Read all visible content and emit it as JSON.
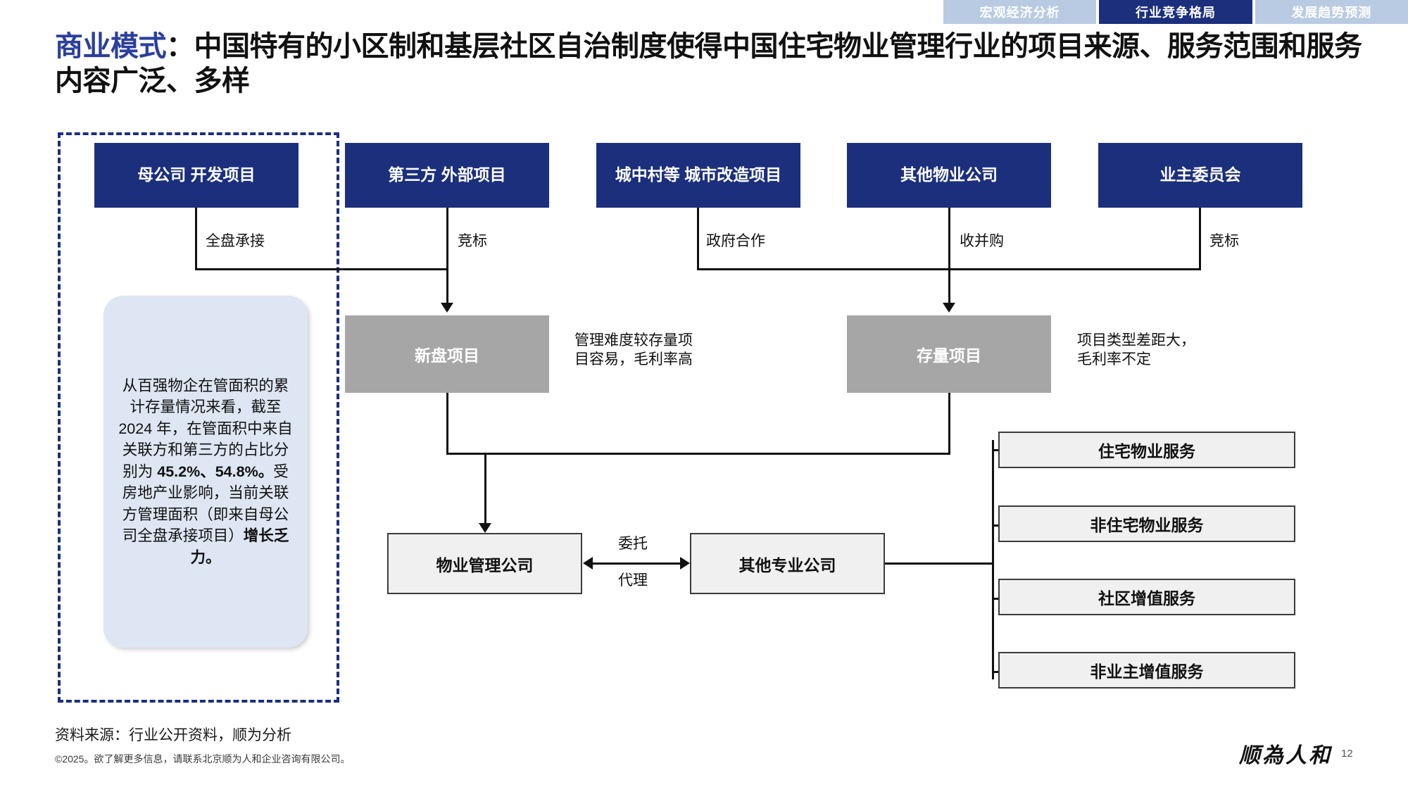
{
  "nav": {
    "tabs": [
      {
        "label": "宏观经济分析",
        "active": false
      },
      {
        "label": "行业竞争格局",
        "active": true
      },
      {
        "label": "发展趋势预测",
        "active": false
      }
    ]
  },
  "title": {
    "highlight": "商业模式",
    "rest": "：中国特有的小区制和基层社区自治制度使得中国住宅物业管理行业的项目来源、服务范围和服务内容广泛、多样"
  },
  "sources": [
    {
      "id": "parent-company",
      "label": "母公司\n开发项目"
    },
    {
      "id": "third-party",
      "label": "第三方\n外部项目"
    },
    {
      "id": "urban-village",
      "label": "城中村等\n城市改造项目"
    },
    {
      "id": "other-property-co",
      "label": "其他物业公司"
    },
    {
      "id": "owners-committee",
      "label": "业主委员会"
    }
  ],
  "edge_labels": {
    "full_takeover": "全盘承接",
    "bidding_1": "竞标",
    "government_coop": "政府合作",
    "acquisition": "收并购",
    "bidding_2": "竞标",
    "entrust": "委托",
    "agency": "代理"
  },
  "projects": [
    {
      "id": "new-project",
      "label": "新盘项目",
      "note": "管理难度较存量项\n目容易，毛利率高"
    },
    {
      "id": "stock-project",
      "label": "存量项目",
      "note": "项目类型差距大，\n毛利率不定"
    }
  ],
  "companies": [
    {
      "id": "property-mgmt-co",
      "label": "物业管理公司"
    },
    {
      "id": "other-professional-co",
      "label": "其他专业公司"
    }
  ],
  "services": [
    {
      "id": "residential-service",
      "label": "住宅物业服务"
    },
    {
      "id": "non-residential-service",
      "label": "非住宅物业服务"
    },
    {
      "id": "community-value-added",
      "label": "社区增值服务"
    },
    {
      "id": "non-owner-value-added",
      "label": "非业主增值服务"
    }
  ],
  "callout": {
    "part1": "从百强物企在管面积的累计存量情况来看，截至 2024 年，在管面积中来自关联方和第三方的占比分别为 ",
    "bold1": "45.2%、54.8%。",
    "part2": "受房地产业影响，当前关联方管理面积（即来自母公司全盘承接项目）",
    "bold2": "增长乏力。"
  },
  "footer": {
    "source": "资料来源：行业公开资料，顺为分析",
    "copyright": "©2025。欲了解更多信息，请联系北京顺为人和企业咨询有限公司。",
    "brand": "顺為人和",
    "page": "12"
  },
  "colors": {
    "brand_blue": "#1b2f7d",
    "tab_inactive": "#b9cbe3",
    "gray_box": "#a6a6a6",
    "callout_bg": "#dde6f2"
  }
}
